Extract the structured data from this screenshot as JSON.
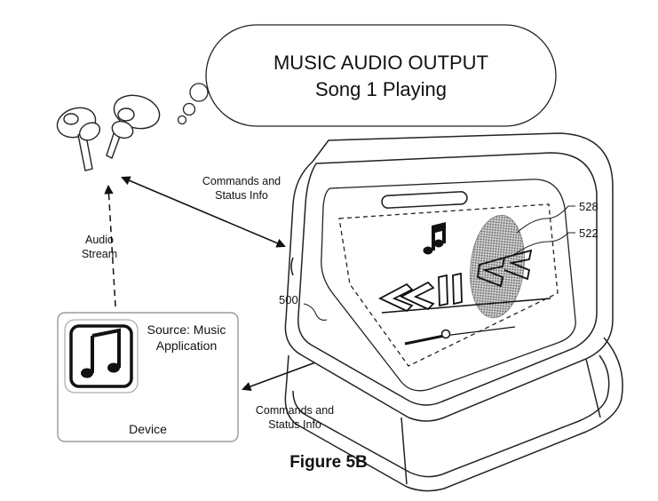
{
  "bubble": {
    "line1": "MUSIC AUDIO OUTPUT",
    "line2": "Song 1 Playing"
  },
  "arrows": {
    "top_label_line1": "Commands and",
    "top_label_line2": "Status Info",
    "bottom_label_line1": "Commands and",
    "bottom_label_line2": "Status Info",
    "audio_line1": "Audio",
    "audio_line2": "Stream"
  },
  "device": {
    "source_line1": "Source: Music",
    "source_line2": "Application",
    "label": "Device"
  },
  "references": {
    "case": "500",
    "touch": "528",
    "display": "522"
  },
  "caption": "Figure 5B",
  "icons": [
    "earbuds-icon",
    "music-note-icon",
    "music-app-icon",
    "rewind-icon",
    "pause-icon",
    "fast-forward-icon"
  ]
}
